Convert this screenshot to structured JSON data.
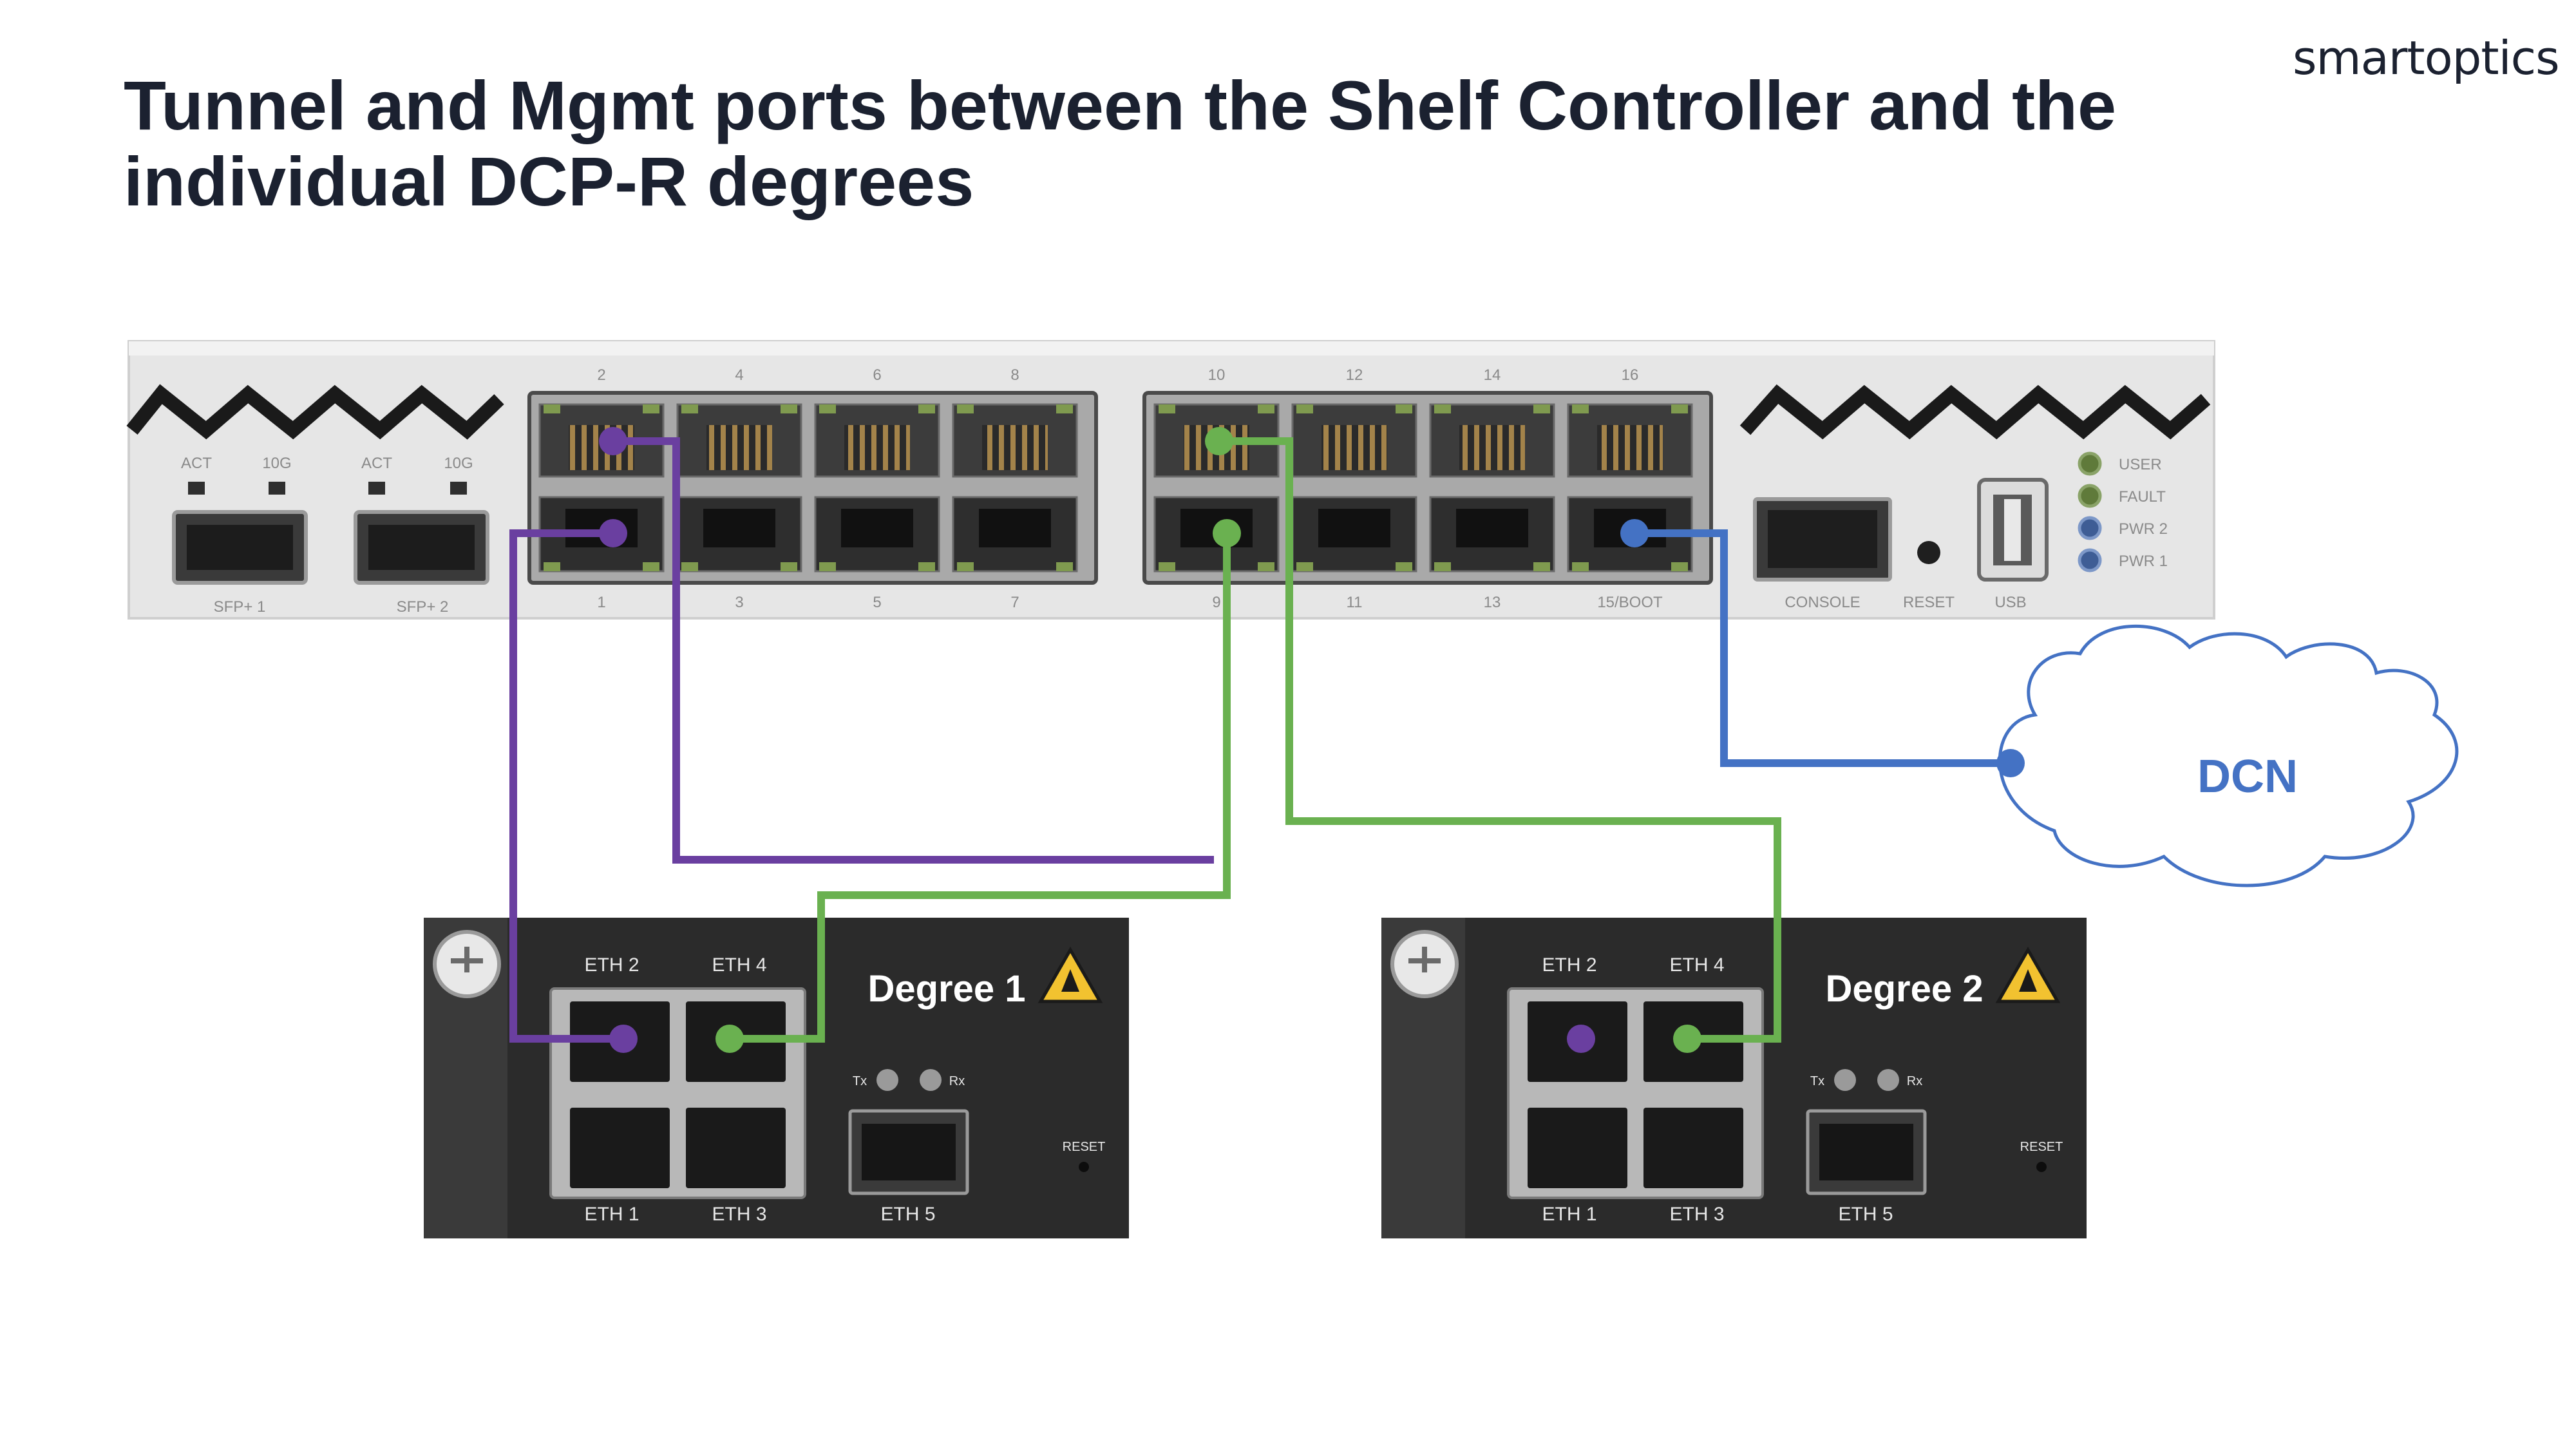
{
  "slide": {
    "title_line1": "Tunnel and Mgmt ports between the Shelf Controller and the",
    "title_line2": "individual DCP-R degrees",
    "brand_logo": "smartoptics"
  },
  "shelf_controller": {
    "sfp_groups": [
      {
        "led_act": "ACT",
        "led_10g": "10G",
        "port_label": "SFP+ 1"
      },
      {
        "led_act": "ACT",
        "led_10g": "10G",
        "port_label": "SFP+ 2"
      }
    ],
    "left_block": {
      "top_labels": [
        "2",
        "4",
        "6",
        "8"
      ],
      "bottom_labels": [
        "1",
        "3",
        "5",
        "7"
      ]
    },
    "right_block": {
      "top_labels": [
        "10",
        "12",
        "14",
        "16"
      ],
      "bottom_labels": [
        "9",
        "11",
        "13",
        "15/BOOT"
      ]
    },
    "console_label": "CONSOLE",
    "reset_label": "RESET",
    "usb_label": "USB",
    "status_leds": [
      "USER",
      "FAULT",
      "PWR 2",
      "PWR 1"
    ]
  },
  "degrees": [
    {
      "title": "Degree 1",
      "ports": {
        "eth2": "ETH 2",
        "eth4": "ETH 4",
        "eth1": "ETH 1",
        "eth3": "ETH 3",
        "eth5": "ETH 5"
      },
      "tx": "Tx",
      "rx": "Rx",
      "reset": "RESET"
    },
    {
      "title": "Degree 2",
      "ports": {
        "eth2": "ETH 2",
        "eth4": "ETH 4",
        "eth1": "ETH 1",
        "eth3": "ETH 3",
        "eth5": "ETH 5"
      },
      "tx": "Tx",
      "rx": "Rx",
      "reset": "RESET"
    }
  ],
  "dcn_label": "DCN",
  "colors": {
    "tunnel_link": "#6a3fa0",
    "mgmt_link": "#6ab150",
    "dcn_link": "#4472c4",
    "title": "#1b2130",
    "dcn_text": "#4472c4"
  }
}
